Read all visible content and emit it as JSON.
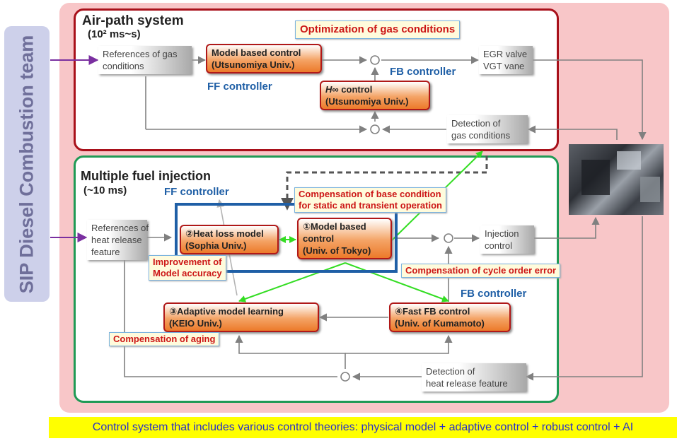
{
  "team_label": "SIP Diesel Combustion team",
  "air_path": {
    "title": "Air-path system",
    "timescale": "(10² ms~s)",
    "references": [
      "References of gas",
      "conditions"
    ],
    "model_based": [
      "Model based control",
      "(Utsunomiya Univ.)"
    ],
    "ff_controller": "FF controller",
    "fb_controller": "FB controller",
    "hinf_symbol": "H∞",
    "hinf": [
      " control",
      "(Utsunomiya Univ.)"
    ],
    "actuators": [
      "EGR valve",
      "VGT vane"
    ],
    "detection": [
      "Detection of",
      "gas conditions"
    ],
    "optimization_note": "Optimization of gas conditions"
  },
  "fuel_injection": {
    "title": "Multiple fuel injection",
    "timescale": "(~10 ms)",
    "ff_controller": "FF controller",
    "fb_controller": "FB controller",
    "references": [
      "References of",
      "heat release",
      "feature"
    ],
    "heat_loss": [
      "②Heat loss model",
      "(Sophia Univ.)"
    ],
    "model_based": [
      "①Model based",
      "control",
      "(Univ. of Tokyo)"
    ],
    "injection": [
      "Injection",
      "control"
    ],
    "adaptive": [
      "③Adaptive model learning",
      "(KEIO Univ.)"
    ],
    "fast_fb": [
      "④Fast FB control",
      "(Univ. of Kumamoto)"
    ],
    "detection": [
      "Detection of",
      "heat release feature"
    ],
    "notes": {
      "base_condition": [
        "Compensation of base condition",
        "for static and transient operation"
      ],
      "accuracy": [
        "Improvement of",
        "Model accuracy"
      ],
      "cycle_error": "Compensation of cycle order error",
      "aging": "Compensation of aging"
    }
  },
  "footer": "Control system that includes various control theories: physical model + adaptive control + robust control + AI",
  "colors": {
    "background_panel": "#f8c6c8",
    "air_border": "#a8101a",
    "fuel_border": "#1f9a55",
    "controller_text": "#1f5fa6",
    "note_text": "#cc1616",
    "team_panel": "#cdd0ea",
    "footer_bg": "#ffff00",
    "footer_text": "#2a31c8",
    "green_arrows": "#33dd22",
    "purple_arrows": "#7a2fa0"
  }
}
